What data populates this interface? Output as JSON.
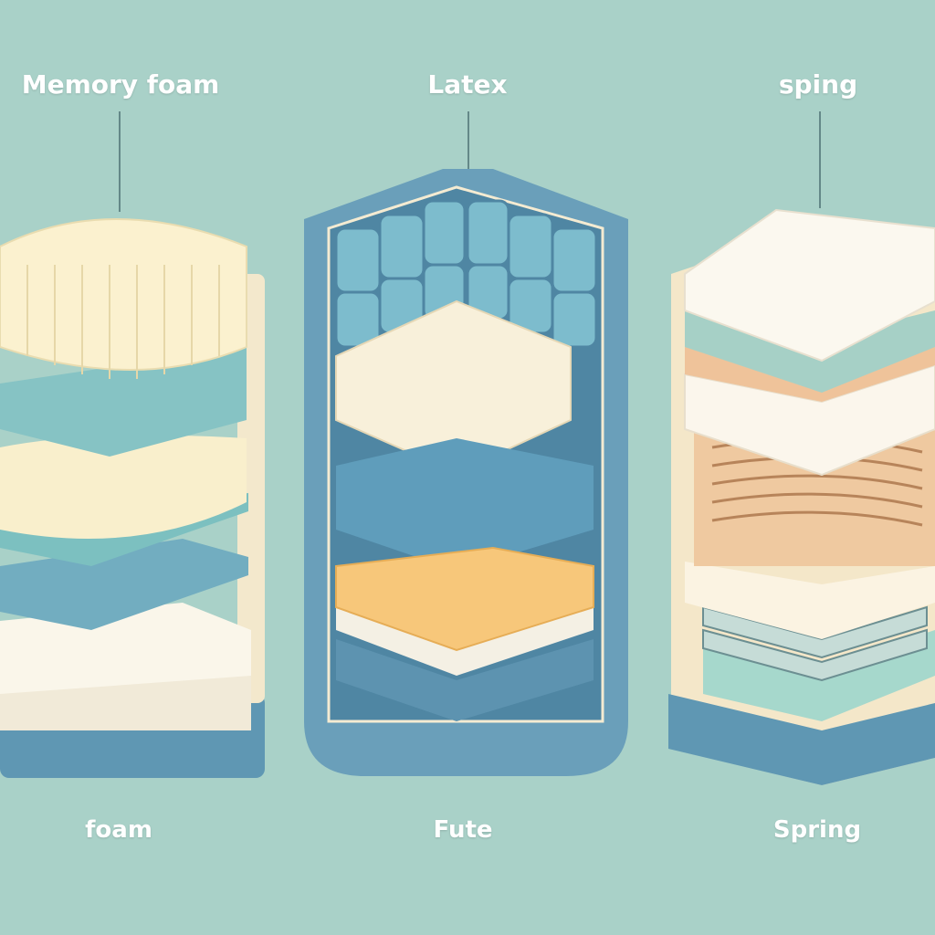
{
  "top_labels": {
    "left": "Memory foam",
    "middle": "Latex",
    "right": "sping"
  },
  "bottom_labels": {
    "left": "foam",
    "middle": "Fute",
    "right": "Spring"
  },
  "colors": {
    "background": "#a9d1c8",
    "frame": "#5f97b3",
    "cream": "#f6efd6",
    "teal": "#8ccbc9",
    "orange": "#f7c77a",
    "tan": "#efc9a0"
  }
}
